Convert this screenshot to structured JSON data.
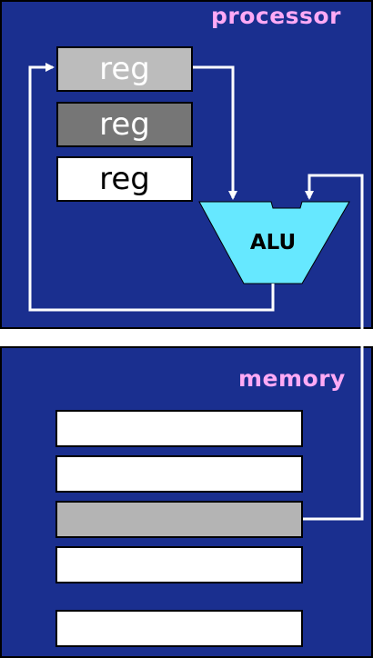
{
  "processor": {
    "title": "processor",
    "registers": [
      {
        "label": "reg"
      },
      {
        "label": "reg"
      },
      {
        "label": "reg"
      }
    ],
    "alu": {
      "label": "ALU"
    }
  },
  "memory": {
    "title": "memory",
    "cells": [
      {
        "state": "empty"
      },
      {
        "state": "empty"
      },
      {
        "state": "highlighted"
      },
      {
        "state": "empty"
      },
      {
        "state": "empty"
      }
    ]
  },
  "colors": {
    "panel_background": "#1a2f8f",
    "title_text": "#ffaaf5",
    "alu_fill": "#66e8ff",
    "wire": "#ffffff",
    "register_light": "#bcbcbc",
    "register_dark": "#767676",
    "register_white": "#ffffff",
    "memory_highlight": "#b4b4b4"
  }
}
